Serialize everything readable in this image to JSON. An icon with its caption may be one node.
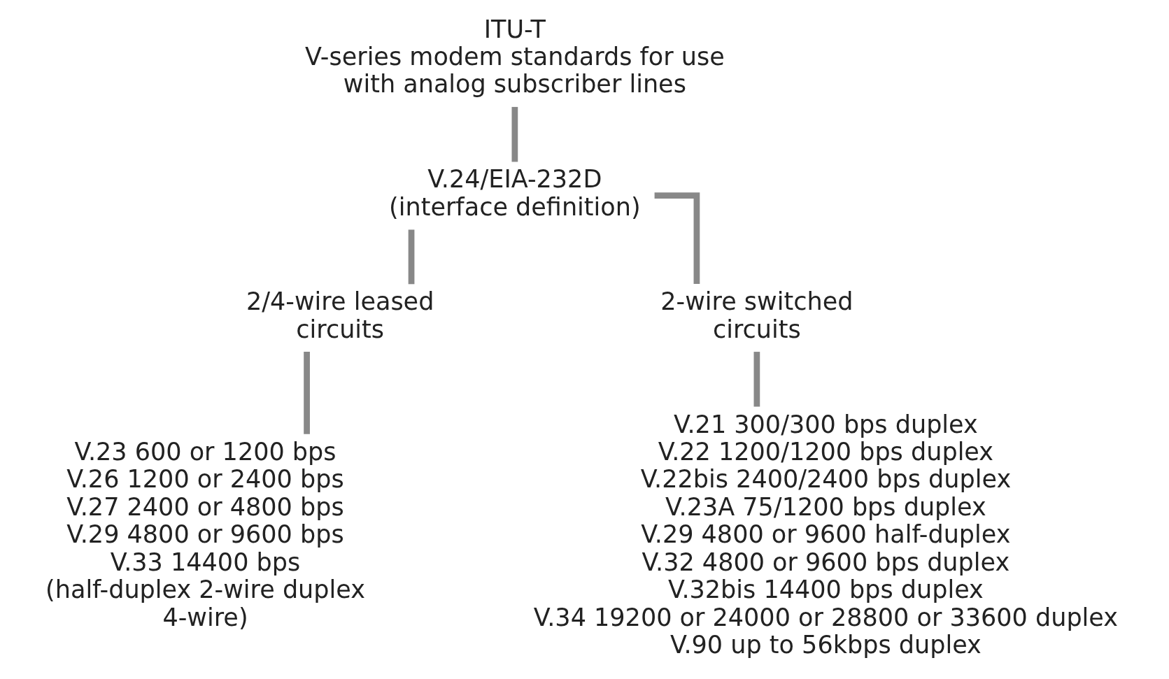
{
  "diagram": {
    "nodes": [
      {
        "text": [
          "ITU-T",
          "V-series modem standards for use with analog subscriber lines"
        ]
      },
      {
        "text": [
          "V.24/EIA-232D",
          "(interface definition)"
        ]
      },
      {
        "text": [
          "2/4-wire leased circuits"
        ]
      },
      {
        "text": [
          "2-wire switched circuits"
        ]
      },
      {
        "text": [
          "V.23 600 or 1200 bps",
          "V.26 1200 or 2400 bps",
          "V.27 2400 or 4800 bps",
          "V.29 4800 or 9600 bps",
          "V.33 14400 bps",
          "(half-duplex 2-wire duplex 4-wire)"
        ]
      },
      {
        "text": [
          "V.21 300/300 bps duplex",
          "V.22 1200/1200 bps duplex",
          "V.22bis 2400/2400 bps duplex",
          "V.23A 75/1200 bps duplex",
          "V.29 4800 or 9600 half-duplex",
          "V.32 4800 or 9600 bps duplex",
          "V.32bis 14400 bps duplex",
          "V.34 19200 or 24000 or 28800 or 33600 duplex",
          "V.90 up to 56kbps duplex"
        ]
      }
    ],
    "edges": [
      {
        "from": 0,
        "to": 1,
        "arrow": "none"
      },
      {
        "from": 1,
        "to": 2,
        "arrow": "none"
      },
      {
        "from": 1,
        "to": 3,
        "arrow": "none"
      },
      {
        "from": 2,
        "to": 4,
        "arrow": "none"
      },
      {
        "from": 3,
        "to": 5,
        "arrow": "none"
      }
    ]
  }
}
